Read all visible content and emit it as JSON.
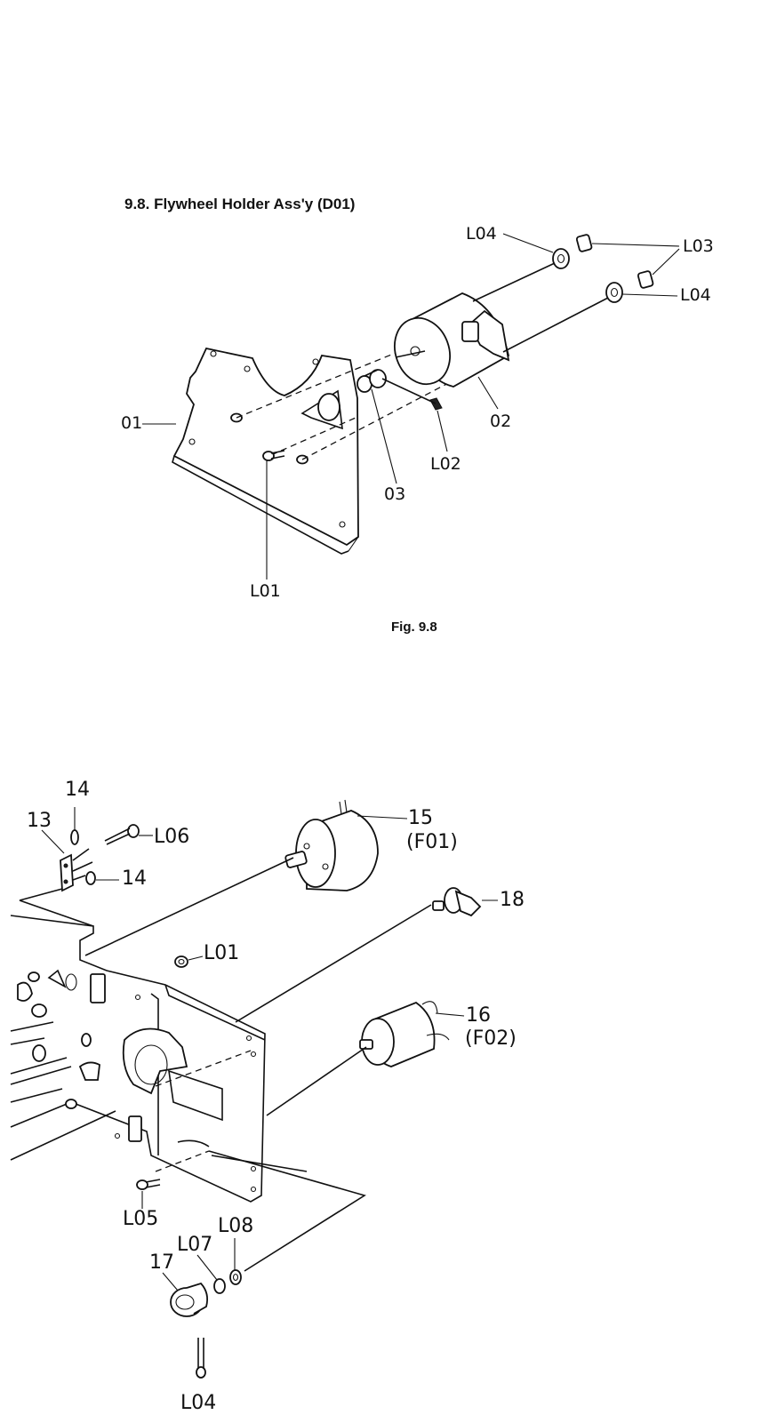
{
  "section": {
    "heading": "9.8.   Flywheel Holder Ass'y (D01)",
    "figure_caption": "Fig. 9.8"
  },
  "figure_top": {
    "labels": {
      "l04_a": "L04",
      "l03": "L03",
      "l04_b": "L04",
      "p01": "01",
      "p02": "02",
      "p03": "03",
      "l02": "L02",
      "l01": "L01"
    }
  },
  "figure_bottom": {
    "labels": {
      "p14_top": "14",
      "p13": "13",
      "l06": "L06",
      "p14_mid": "14",
      "p15": "15",
      "f01": "(F01)",
      "p18": "18",
      "l01": "L01",
      "p16": "16",
      "f02": "(F02)",
      "l05": "L05",
      "l07": "L07",
      "l08": "L08",
      "p17": "17",
      "l04": "L04"
    }
  }
}
